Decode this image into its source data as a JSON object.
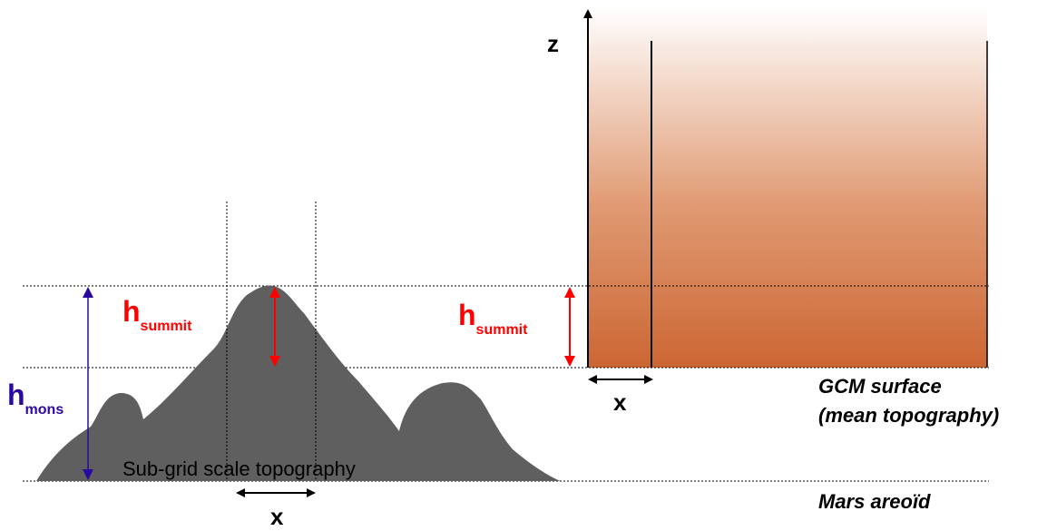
{
  "labels": {
    "z_axis": "z",
    "x_right": "x",
    "x_bottom": "x",
    "h_summit_left": {
      "base": "h",
      "sub": "summit"
    },
    "h_summit_right": {
      "base": "h",
      "sub": "summit"
    },
    "h_mons": {
      "base": "h",
      "sub": "mons"
    },
    "subgrid": "Sub-grid scale topography",
    "gcm_surface_line1": "GCM surface",
    "gcm_surface_line2": "(mean topography)",
    "mars_areoid": "Mars areoïd"
  },
  "colors": {
    "mountain": "#5f5f5f",
    "summit_arrow": "#ff0000",
    "mons_arrow": "#2a0a9e",
    "column_bottom": "#cc6633",
    "column_top": "#ffffff",
    "line": "#000000"
  }
}
